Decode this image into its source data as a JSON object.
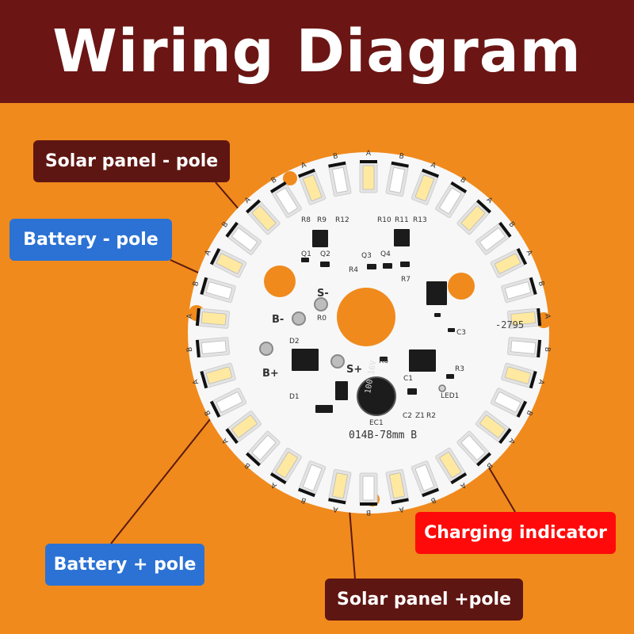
{
  "header": {
    "title": "Wiring Diagram",
    "background": "#6b1614"
  },
  "colors": {
    "background": "#f08a1c",
    "board": "#f7f7f7",
    "led_warm": "#ffe9a0",
    "led_cool": "#ffffff",
    "leader_line": "#5a1a10"
  },
  "callouts": {
    "solar_minus": "Solar panel - pole",
    "battery_minus": "Battery - pole",
    "battery_plus": "Battery + pole",
    "solar_plus": "Solar panel  +pole",
    "charging_indicator": "Charging indicator"
  },
  "board": {
    "pad_labels": {
      "s_minus": "S-",
      "b_minus": "B-",
      "b_plus": "B+",
      "s_plus": "S+"
    },
    "part_number": "014B-78mm B",
    "code": "-2795",
    "components": [
      "R8",
      "R9",
      "R12",
      "R10",
      "R11",
      "R13",
      "Q1",
      "Q2",
      "Q3",
      "Q4",
      "R4",
      "R7",
      "R0",
      "D2",
      "D1",
      "R6",
      "R3",
      "C1",
      "C3",
      "EC1",
      "C2",
      "Z1",
      "R2",
      "LED1"
    ],
    "capacitor_label": "100\n16V",
    "led_letters": [
      "A",
      "B"
    ]
  }
}
